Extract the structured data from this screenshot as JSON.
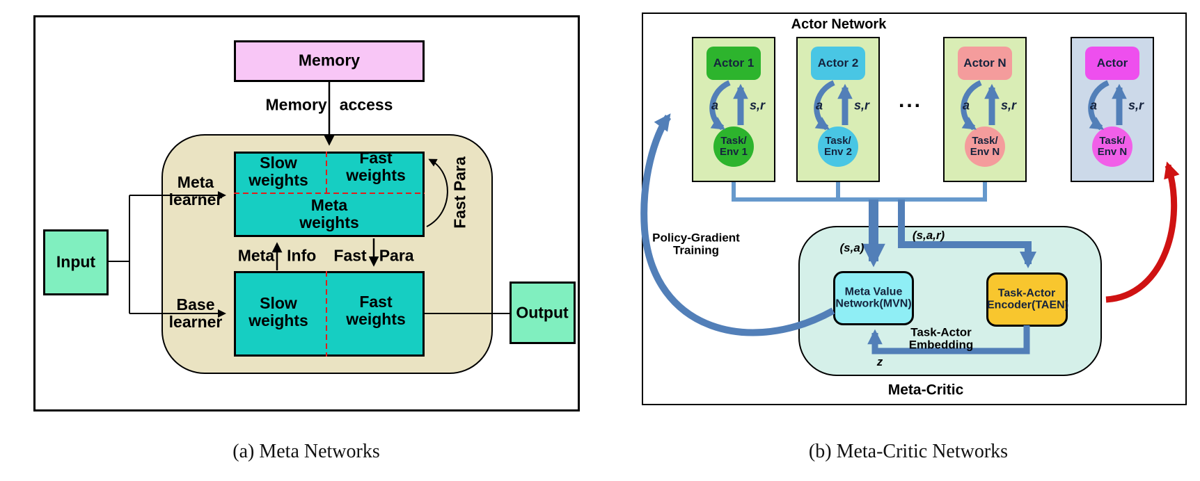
{
  "figure_a": {
    "caption": "(a) Meta Networks",
    "memory_box": "Memory",
    "memory_access": {
      "left": "Memory",
      "right": "access"
    },
    "meta_learner": "Meta learner",
    "base_learner": "Base learner",
    "meta_box": {
      "slow": "Slow weights",
      "fast": "Fast weights",
      "meta": "Meta weights"
    },
    "base_box": {
      "slow": "Slow weights",
      "fast": "Fast weights"
    },
    "fast_para_side": "Fast Para",
    "meta_info": {
      "left": "Meta",
      "right": "Info"
    },
    "fast_para": {
      "left": "Fast",
      "right": "Para"
    },
    "input": "Input",
    "output": "Output",
    "colors": {
      "memory": "#f8c6f6",
      "container": "#eae3c2",
      "weights_box": "#16cec2",
      "io_box": "#80efbf",
      "divider_dash": "#e11c1c"
    }
  },
  "figure_b": {
    "caption": "(b) Meta-Critic Networks",
    "title": "Actor Network",
    "panels": [
      {
        "actor": "Actor 1",
        "env": "Task/ Env 1",
        "a": "a",
        "sr": "s,r",
        "color": "#2db42d",
        "bg": "#d9edb5"
      },
      {
        "actor": "Actor 2",
        "env": "Task/ Env 2",
        "a": "a",
        "sr": "s,r",
        "color": "#49c6e4",
        "bg": "#d9edb5"
      },
      {
        "actor": "Actor N",
        "env": "Task/ Env N",
        "a": "a",
        "sr": "s,r",
        "color": "#f49c9c",
        "bg": "#d9edb5"
      },
      {
        "actor": "Actor",
        "env": "Task/ Env N",
        "a": "a",
        "sr": "s,r",
        "color": "#ee4fee",
        "env_color": "#f15fe8",
        "bg": "#ccd9e9"
      }
    ],
    "ellipsis": "...",
    "policy_gradient": "Policy-Gradient Training",
    "s_a": "(s,a)",
    "s_a_r": "(s,a,r)",
    "mvn": "Meta Value Network(MVN)",
    "taen": "Task-Actor Encoder(TAEN)",
    "task_actor_embedding": "Task-Actor Embedding",
    "z": "z",
    "meta_critic": "Meta-Critic",
    "colors": {
      "mvn": "#8feef5",
      "taen": "#f8c62e",
      "container": "#d5f0e9",
      "arrow_blue": "#527fb8",
      "arrow_red": "#cf1212"
    }
  }
}
